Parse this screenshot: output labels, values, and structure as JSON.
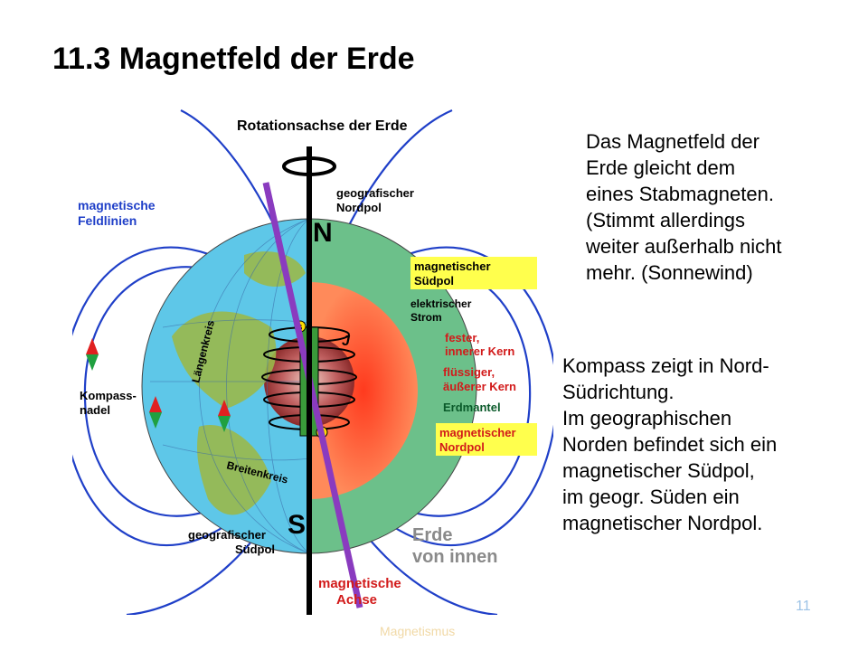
{
  "slide": {
    "title": "11.3 Magnetfeld der Erde",
    "text_block_1": "Das Magnetfeld der\nErde  gleicht dem\neines Stabmagneten.\n(Stimmt allerdings\nweiter außerhalb nicht\nmehr. (Sonnewind)",
    "text_block_2": "Kompass zeigt in Nord-\nSüdrichtung.\nIm geographischen\nNorden befindet sich ein\nmagnetischer Südpol,\nim geogr. Süden ein\nmagnetischer Nordpol.",
    "page_number": "11",
    "footer": "Magnetismus"
  },
  "figure": {
    "label_rotation_axis": "Rotationsachse der Erde",
    "label_field_lines_1": "magnetische",
    "label_field_lines_2": "Feldlinien",
    "label_geo_north_1": "geografischer",
    "label_geo_north_2": "Nordpol",
    "letter_n": "N",
    "letter_s": "S",
    "label_mag_south_1": "magnetischer",
    "label_mag_south_2": "Südpol",
    "label_current_1": "elektrischer",
    "label_current_2": "Strom",
    "label_inner_core_1": "fester,",
    "label_inner_core_2": "innerer Kern",
    "label_outer_core_1": "flüssiger,",
    "label_outer_core_2": "äußerer Kern",
    "label_mantle": "Erdmantel",
    "label_mag_north_1": "magnetischer",
    "label_mag_north_2": "Nordpol",
    "label_compass_1": "Kompass-",
    "label_compass_2": "nadel",
    "label_longitude": "Längenkreis",
    "label_latitude": "Breitenkreis",
    "label_geo_south_1": "geografischer",
    "label_geo_south_2": "Südpol",
    "label_inside_1": "Erde",
    "label_inside_2": "von innen",
    "label_mag_axis_1": "magnetische",
    "label_mag_axis_2": "Achse",
    "small_s": "S",
    "small_n": "N",
    "small_j": "J",
    "colors": {
      "field_line": "#1f3fc8",
      "ocean": "#5ec7e8",
      "land": "#9ab84a",
      "mantle": "#6cc08a",
      "outer_core": "#ff4a2e",
      "label_box": "#ffff4d",
      "magnetic_axis": "#8a3bbf",
      "core_label": "#d21a1a"
    }
  }
}
